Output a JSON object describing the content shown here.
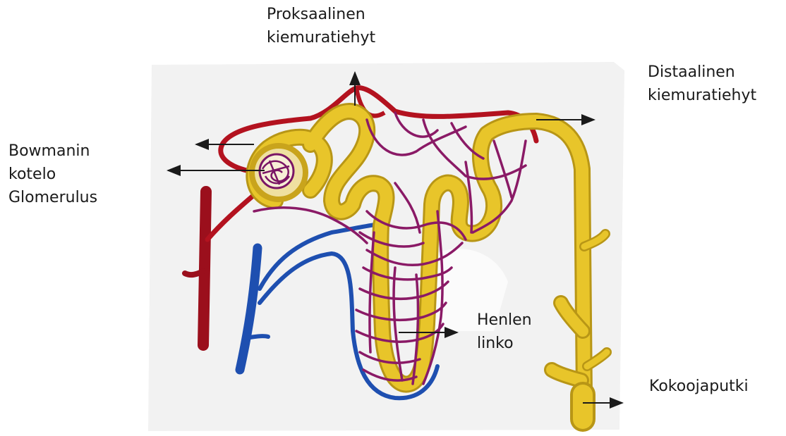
{
  "labels": {
    "proximal": [
      "Proksaalinen",
      "kiemuratiehyt"
    ],
    "distal": [
      "Distaalinen",
      "kiemuratiehyt"
    ],
    "bowman": [
      "Bowmanin",
      "kotelo"
    ],
    "glomerulus": "Glomerulus",
    "henle": [
      "Henlen",
      "linko"
    ],
    "collecting": "Kokoojaputki"
  },
  "colors": {
    "artery": "#b3121f",
    "vein": "#1e4fb0",
    "tubule": "#e8c52a",
    "tubule_edge": "#b89616",
    "capillary": "#8a1a66",
    "arrow": "#1a1a1a",
    "drawing_background": "#f3f3f3"
  }
}
